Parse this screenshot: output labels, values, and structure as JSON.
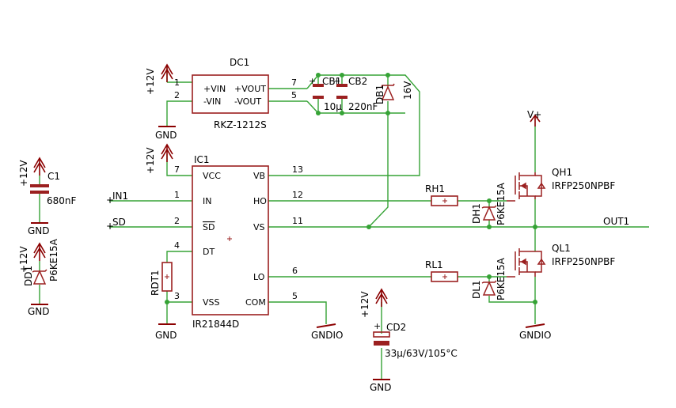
{
  "colors": {
    "wire": "#36a336",
    "part": "#9b2020",
    "power": "#8b0000",
    "text": "#000000"
  },
  "dc1": {
    "name": "DC1",
    "type": "RKZ-1212S",
    "pins": {
      "p1": "1",
      "p2": "2",
      "p7": "7",
      "p5": "5"
    },
    "labels": {
      "vin_p": "+VIN",
      "vin_n": "-VIN",
      "vout_p": "+VOUT",
      "vout_n": "-VOUT"
    }
  },
  "ic1": {
    "name": "IC1",
    "type": "IR21844D",
    "pins": {
      "p7": "7",
      "p1": "1",
      "p2": "2",
      "p4": "4",
      "p3": "3",
      "p13": "13",
      "p12": "12",
      "p11": "11",
      "p6": "6",
      "p5": "5"
    },
    "labels": {
      "vcc": "VCC",
      "in": "IN",
      "sd": "SD",
      "dt": "DT",
      "vss": "VSS",
      "vb": "VB",
      "ho": "HO",
      "vs": "VS",
      "lo": "LO",
      "com": "COM"
    }
  },
  "cb1": {
    "name": "CB1",
    "value": "10µ"
  },
  "cb2": {
    "name": "CB2",
    "value": "220nF"
  },
  "db1": {
    "name": "DB1",
    "value": "16V"
  },
  "c1": {
    "name": "C1",
    "value": "680nF"
  },
  "dd1": {
    "name": "DD1",
    "value": "P6KE15A"
  },
  "rdt1": {
    "name": "RDT1"
  },
  "rh1": {
    "name": "RH1"
  },
  "rl1": {
    "name": "RL1"
  },
  "dh1": {
    "name": "DH1",
    "value": "P6KE15A"
  },
  "dl1": {
    "name": "DL1",
    "value": "P6KE15A"
  },
  "qh1": {
    "name": "QH1",
    "value": "IRFP250NPBF"
  },
  "ql1": {
    "name": "QL1",
    "value": "IRFP250NPBF"
  },
  "cd2": {
    "name": "CD2",
    "value": "33µ/63V/105°C"
  },
  "nets": {
    "p12v": "+12V",
    "gnd": "GND",
    "gndio": "GNDIO",
    "vplus": "V+",
    "in1": "IN1",
    "sd": "SD",
    "out1": "OUT1"
  }
}
